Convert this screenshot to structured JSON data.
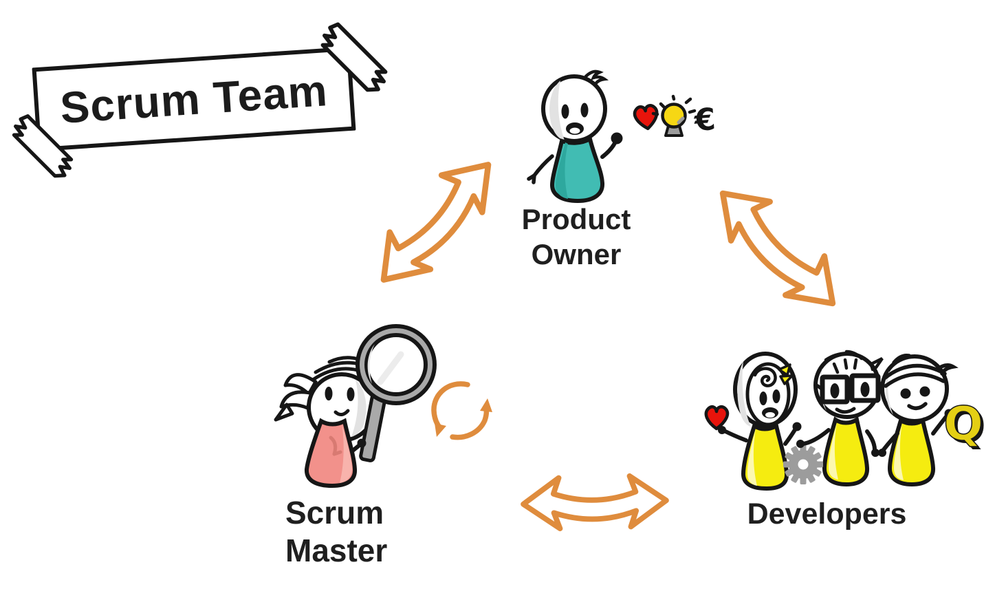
{
  "banner": {
    "label": "Scrum Team"
  },
  "roles": {
    "product_owner": {
      "label_lines": [
        "Product",
        "Owner"
      ],
      "icons": [
        "heart",
        "lightbulb",
        "euro"
      ],
      "euro_symbol": "€"
    },
    "scrum_master": {
      "label_lines": [
        "Scrum",
        "Master"
      ],
      "icons": [
        "magnifying-glass",
        "cycle-arrows"
      ]
    },
    "developers": {
      "label": "Developers",
      "member_count": 3,
      "icons": [
        "heart",
        "gear",
        "letter-q"
      ],
      "q_letter": "Q"
    }
  },
  "connections": [
    {
      "from": "Product Owner",
      "to": "Scrum Master",
      "style": "double-headed-arrow"
    },
    {
      "from": "Product Owner",
      "to": "Developers",
      "style": "double-headed-arrow"
    },
    {
      "from": "Scrum Master",
      "to": "Developers",
      "style": "double-headed-arrow"
    }
  ],
  "colors": {
    "arrow_orange": "#df8c3d",
    "heart_red": "#e8140c",
    "bulb_yellow": "#f6d714",
    "po_teal": "#41bcb3",
    "po_teal_shade": "#2ea89e",
    "sm_pink": "#f2918b",
    "sm_pink_light": "#f8b3ac",
    "dev_yellow": "#f5ec10",
    "dev_yellow_light": "#fcf8b0",
    "gear_gray": "#9c9c9c",
    "q_gold": "#e4cf14",
    "outline_black": "#161616"
  }
}
